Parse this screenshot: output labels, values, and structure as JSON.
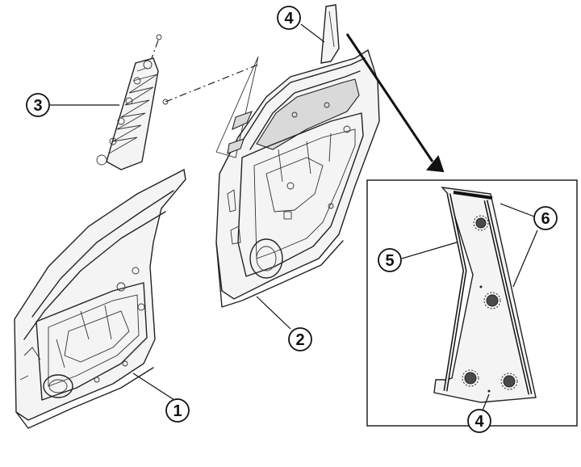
{
  "diagram": {
    "callouts": [
      {
        "id": "c1",
        "label": "1"
      },
      {
        "id": "c2",
        "label": "2"
      },
      {
        "id": "c3",
        "label": "3"
      },
      {
        "id": "c4-top",
        "label": "4"
      },
      {
        "id": "c4-detail",
        "label": "4"
      },
      {
        "id": "c5",
        "label": "5"
      },
      {
        "id": "c6",
        "label": "6"
      }
    ],
    "colors": {
      "line": "#222222",
      "background": "#ffffff",
      "fill": "#f4f4f4",
      "shade": "#d9d9d9"
    },
    "icons": [
      "front-door-icon",
      "rear-door-icon",
      "door-seal-strip-icon",
      "sash-tape-icon",
      "detail-view-frame",
      "pointer-arrow-icon"
    ]
  }
}
